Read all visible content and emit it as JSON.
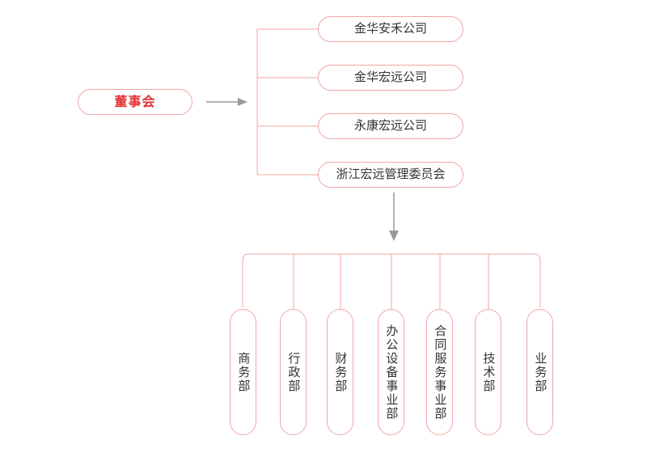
{
  "diagram": {
    "type": "org-chart",
    "colors": {
      "node_border": "#f2a6a6",
      "connector": "#f2a6a6",
      "arrow": "#999999",
      "root_text": "#e03131",
      "node_text": "#333333",
      "background": "#ffffff"
    },
    "root": {
      "label": "董事会"
    },
    "branches": [
      {
        "label": "金华安禾公司"
      },
      {
        "label": "金华宏远公司"
      },
      {
        "label": "永康宏远公司"
      },
      {
        "label": "浙江宏远管理委员会"
      }
    ],
    "departments": [
      {
        "label": "商务部"
      },
      {
        "label": "行政部"
      },
      {
        "label": "财务部"
      },
      {
        "label": "办公设备事业部"
      },
      {
        "label": "合同服务事业部"
      },
      {
        "label": "技术部"
      },
      {
        "label": "业务部"
      }
    ]
  }
}
